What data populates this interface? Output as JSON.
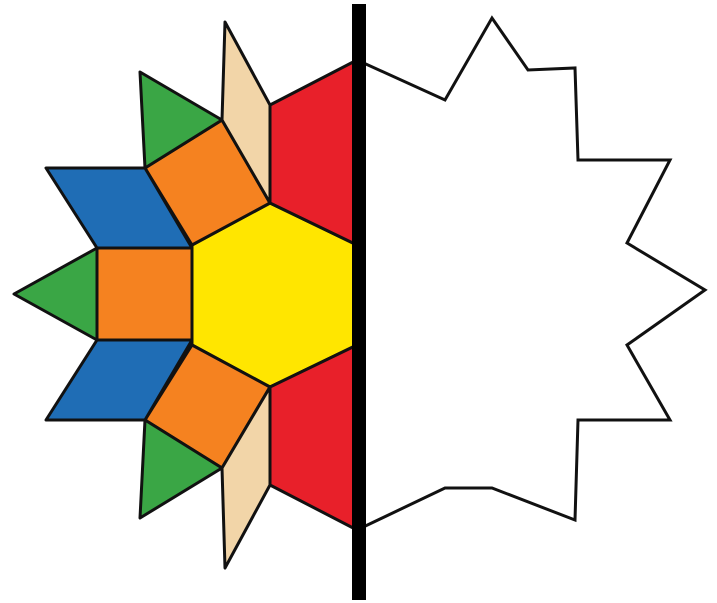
{
  "colors": {
    "hexagon": "#ffe600",
    "trapezoid": "#e8202a",
    "square": "#f58220",
    "rhombus": "#1f6db5",
    "triangle": "#3aa645",
    "thin_rhombus": "#f2d5a8",
    "line": "#111111",
    "mirror_line": "#000000",
    "background": "#ffffff"
  },
  "pieces": [
    {
      "shape": "hexagon",
      "color": "hexagon"
    },
    {
      "shape": "trapezoid",
      "color": "trapezoid"
    },
    {
      "shape": "trapezoid",
      "color": "trapezoid"
    },
    {
      "shape": "square",
      "color": "square"
    },
    {
      "shape": "square",
      "color": "square"
    },
    {
      "shape": "square",
      "color": "square"
    },
    {
      "shape": "rhombus",
      "color": "rhombus"
    },
    {
      "shape": "rhombus",
      "color": "rhombus"
    },
    {
      "shape": "triangle",
      "color": "triangle"
    },
    {
      "shape": "triangle",
      "color": "triangle"
    },
    {
      "shape": "triangle",
      "color": "triangle"
    },
    {
      "shape": "thin-rhombus",
      "color": "thin_rhombus"
    },
    {
      "shape": "thin-rhombus",
      "color": "thin_rhombus"
    }
  ],
  "mirror": {
    "style": "vertical line of symmetry"
  },
  "right_half": {
    "style": "empty outline (reflection to complete)"
  }
}
